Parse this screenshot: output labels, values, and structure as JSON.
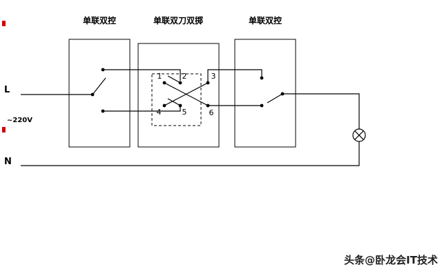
{
  "labels": {
    "box1_title": "单联双控",
    "box2_title": "单联双刀双掷",
    "box3_title": "单联双控",
    "live": "L",
    "voltage": "~220V",
    "neutral": "N",
    "terminal_1": "1",
    "terminal_2": "2",
    "terminal_3": "3",
    "terminal_4": "4",
    "terminal_5": "5",
    "terminal_6": "6",
    "watermark": "头条@卧龙会IT技术"
  },
  "colors": {
    "wire": "#000000",
    "accent_red": "#d10000",
    "background": "#ffffff",
    "watermark_text": "#1f1f1f"
  }
}
